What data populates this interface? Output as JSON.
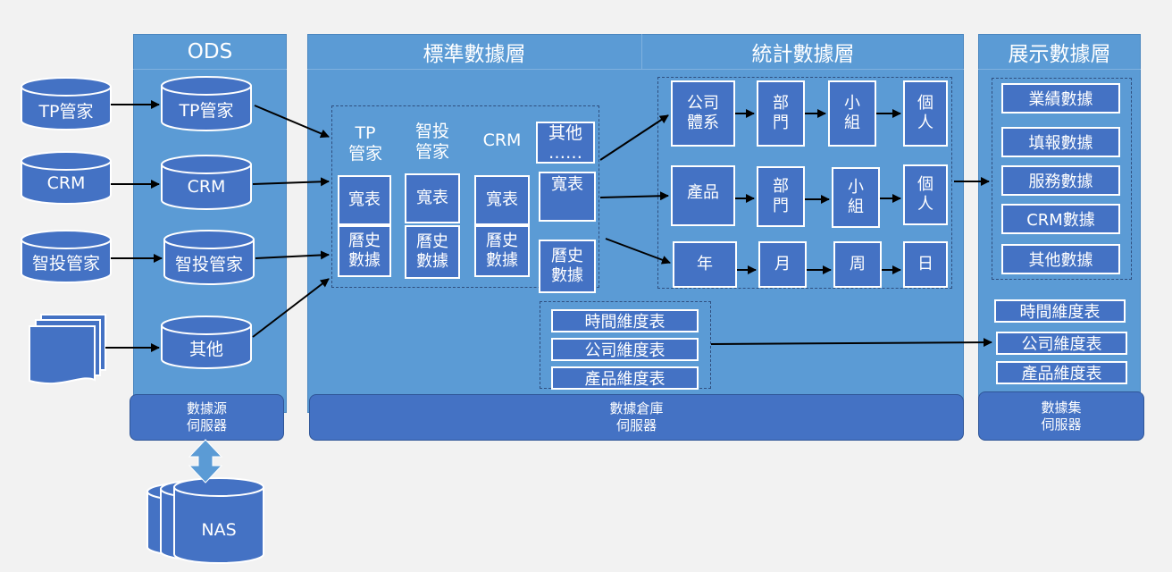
{
  "sources": {
    "tp": "TP管家",
    "crm": "CRM",
    "zhitou": "智投管家",
    "doc_icon": "document-stack-icon"
  },
  "ods": {
    "title": "ODS",
    "items": [
      "TP管家",
      "CRM",
      "智投管家",
      "其他"
    ],
    "server": "數據源\n伺服器"
  },
  "nas": {
    "label": "NAS"
  },
  "warehouse": {
    "standard_title": "標準數據層",
    "stat_title": "統計數據層",
    "server": "數據倉庫\n伺服器",
    "columns": [
      {
        "header": "TP\n管家",
        "wide": "寬表",
        "history": "曆史\n數據"
      },
      {
        "header": "智投\n管家",
        "wide": "寬表",
        "history": "曆史\n數據"
      },
      {
        "header": "CRM",
        "wide": "寬表",
        "history": "曆史\n數據"
      },
      {
        "header": "其他\n……",
        "wide": "寬表",
        "history": "曆史\n數據"
      }
    ],
    "stat_rows": [
      [
        "公司\n體系",
        "部\n門",
        "小\n組",
        "個\n人"
      ],
      [
        "產品",
        "部\n門",
        "小\n組",
        "個\n人"
      ],
      [
        "年",
        "月",
        "周",
        "日"
      ]
    ],
    "dimensions": [
      "時間維度表",
      "公司維度表",
      "產品維度表"
    ]
  },
  "display": {
    "title": "展示數據層",
    "items": [
      "業績數據",
      "填報數據",
      "服務數據",
      "CRM數據",
      "其他數據"
    ],
    "dimensions": [
      "時間維度表",
      "公司維度表",
      "產品維度表"
    ],
    "server": "數據集\n伺服器"
  }
}
